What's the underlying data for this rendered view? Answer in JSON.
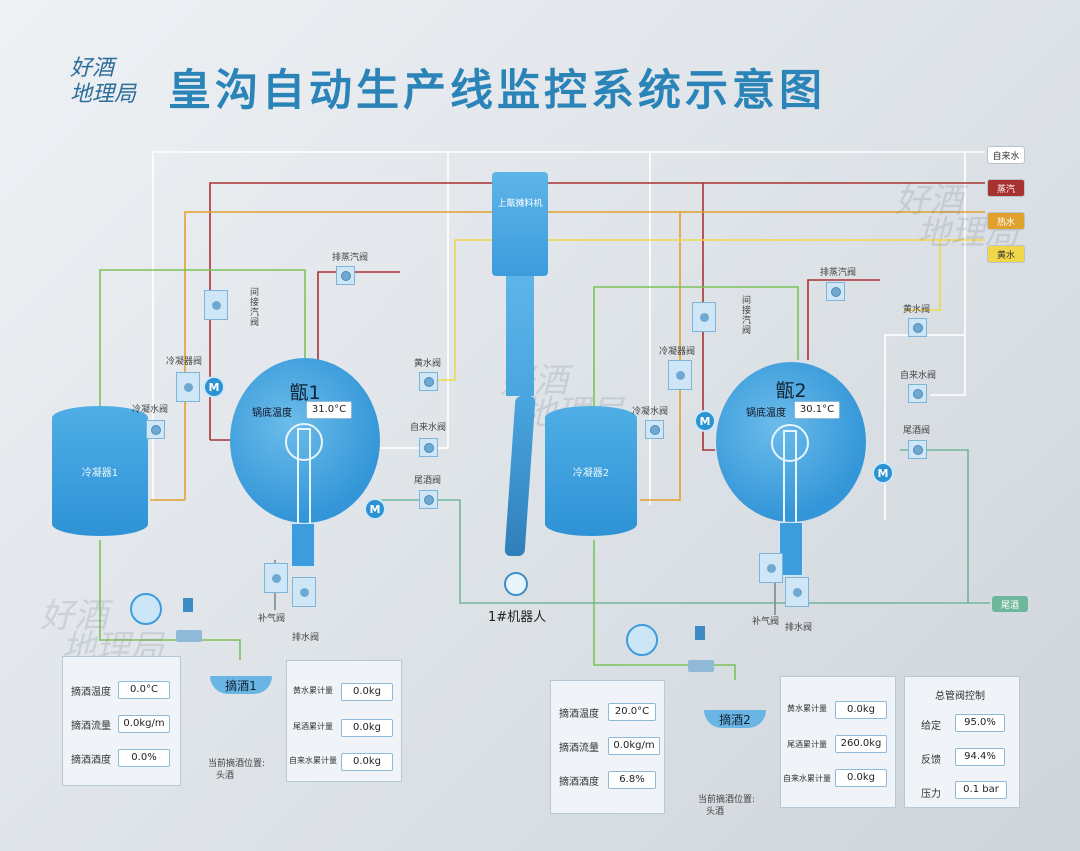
{
  "header": {
    "brand_line1": "好酒",
    "brand_line2": "地理局",
    "title": "皇沟自动生产线监控系统示意图"
  },
  "legend": [
    {
      "label": "自来水",
      "bg": "#ffffff",
      "fg": "#333333"
    },
    {
      "label": "蒸汽",
      "bg": "#a83232",
      "fg": "#ffffff"
    },
    {
      "label": "热水",
      "bg": "#e0a22c",
      "fg": "#ffffff"
    },
    {
      "label": "黄水",
      "bg": "#f1d74a",
      "fg": "#333333"
    }
  ],
  "tail_tag": {
    "label": "尾酒",
    "bg": "#6fb79a",
    "fg": "#ffffff"
  },
  "colors": {
    "tap_water": "#ffffff",
    "steam": "#a83232",
    "hot_water": "#e0a22c",
    "yellow_water": "#f1d74a",
    "tail": "#6fb79a",
    "cooling": "#7cc25a"
  },
  "loader": "上甑摊料机",
  "robot": "1#机器人",
  "left": {
    "condenser": "冷凝器1",
    "vat": {
      "name": "甑1",
      "temp_label": "锅底温度",
      "temp": "31.0°C"
    },
    "labels": {
      "exhaust": "排蒸汽阀",
      "indirect_steam": "间接汽阀",
      "cond_valve": "冷凝器阀",
      "cool_valve": "冷凝水阀",
      "yellow_valve": "黄水阀",
      "tap_valve": "自来水阀",
      "tail_valve": "尾酒阀",
      "air_valve": "补气阀",
      "drain_valve": "排水阀"
    },
    "pick": {
      "name": "摘酒1",
      "pos_label": "当前摘酒位置:",
      "pos_value": "头酒"
    },
    "readings": [
      {
        "label": "摘酒温度",
        "value": "0.0°C"
      },
      {
        "label": "摘酒流量",
        "value": "0.0kg/m"
      },
      {
        "label": "摘酒酒度",
        "value": "0.0%"
      }
    ],
    "meters": [
      {
        "label": "黄水累计量",
        "value": "0.0kg"
      },
      {
        "label": "尾酒累计量",
        "value": "0.0kg"
      },
      {
        "label": "自来水累计量",
        "value": "0.0kg"
      }
    ]
  },
  "right": {
    "condenser": "冷凝器2",
    "vat": {
      "name": "甑2",
      "temp_label": "锅底温度",
      "temp": "30.1°C"
    },
    "labels": {
      "exhaust": "排蒸汽阀",
      "indirect_steam": "间接汽阀",
      "cond_valve": "冷凝器阀",
      "cool_valve": "冷凝水阀",
      "yellow_valve": "黄水阀",
      "tap_valve": "自来水阀",
      "tail_valve": "尾酒阀",
      "air_valve": "补气阀",
      "drain_valve": "排水阀"
    },
    "pick": {
      "name": "摘酒2",
      "pos_label": "当前摘酒位置:",
      "pos_value": "头酒"
    },
    "readings": [
      {
        "label": "摘酒温度",
        "value": "20.0°C"
      },
      {
        "label": "摘酒流量",
        "value": "0.0kg/m"
      },
      {
        "label": "摘酒酒度",
        "value": "6.8%"
      }
    ],
    "meters": [
      {
        "label": "黄水累计量",
        "value": "0.0kg"
      },
      {
        "label": "尾酒累计量",
        "value": "260.0kg"
      },
      {
        "label": "自来水累计量",
        "value": "0.0kg"
      }
    ]
  },
  "master": {
    "title": "总管阀控制",
    "rows": [
      {
        "label": "给定",
        "value": "95.0%"
      },
      {
        "label": "反馈",
        "value": "94.4%"
      },
      {
        "label": "压力",
        "value": "0.1 bar"
      }
    ]
  }
}
